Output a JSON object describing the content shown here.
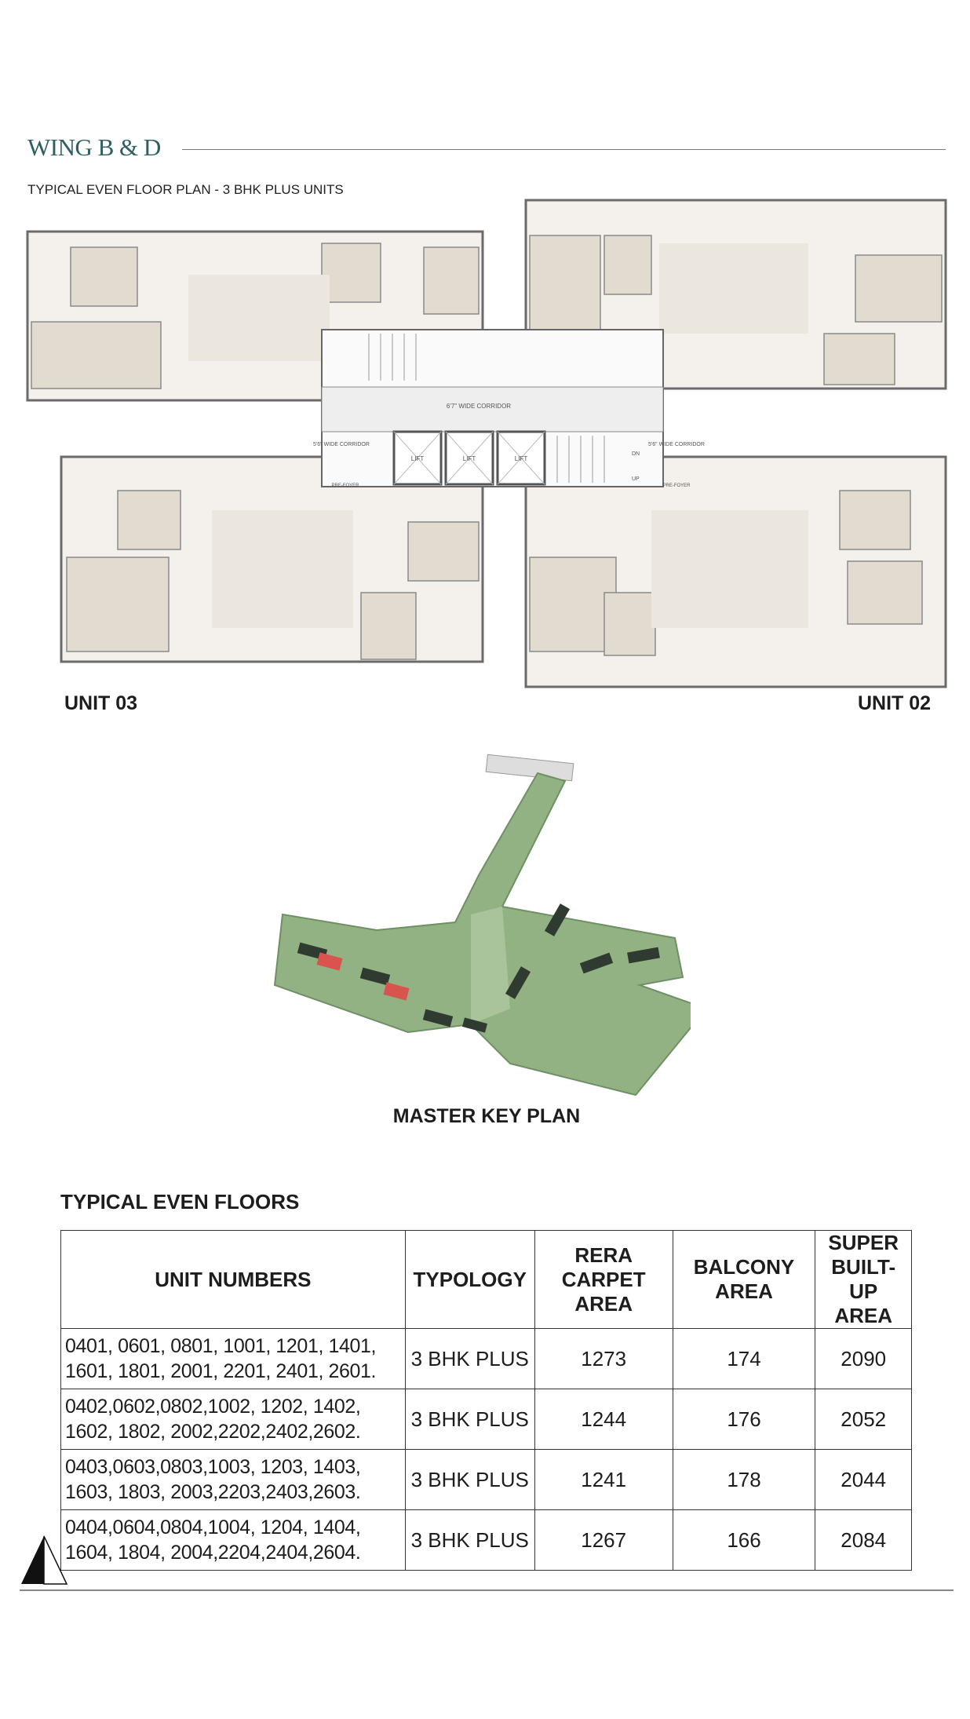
{
  "header": {
    "title": "WING B & D",
    "subtitle": "TYPICAL EVEN FLOOR PLAN - 3 BHK PLUS UNITS",
    "accent_color": "#2f5f60"
  },
  "floor_plan": {
    "corridor_main": "6'7\" WIDE CORRIDOR",
    "corridor_side": "5'6\" WIDE CORRIDOR",
    "lift": "LIFT",
    "stair_up": "UP",
    "stair_down": "DN",
    "pre_foyer": "PRE-FOYER",
    "unit_left": "UNIT 03",
    "unit_right": "UNIT 02"
  },
  "key_plan": {
    "label": "MASTER KEY PLAN",
    "highlight_color": "#d9534f",
    "landscape_color": "#8fae7e"
  },
  "table": {
    "title": "TYPICAL EVEN FLOORS",
    "headers": [
      "UNIT NUMBERS",
      "TYPOLOGY",
      "RERA CARPET AREA",
      "BALCONY AREA",
      "SUPER BUILT-UP AREA"
    ],
    "rows": [
      {
        "units_line1": "0401, 0601, 0801, 1001,  1201,  1401,",
        "units_line2": "1601,  1801,  2001, 2201, 2401, 2601.",
        "typology": "3 BHK PLUS",
        "rera": "1273",
        "balcony": "174",
        "super": "2090"
      },
      {
        "units_line1": "0402,0602,0802,1002, 1202, 1402,",
        "units_line2": "1602, 1802, 2002,2202,2402,2602.",
        "typology": "3 BHK PLUS",
        "rera": "1244",
        "balcony": "176",
        "super": "2052"
      },
      {
        "units_line1": "0403,0603,0803,1003, 1203, 1403,",
        "units_line2": "1603, 1803, 2003,2203,2403,2603.",
        "typology": "3 BHK PLUS",
        "rera": "1241",
        "balcony": "178",
        "super": "2044"
      },
      {
        "units_line1": "0404,0604,0804,1004, 1204, 1404,",
        "units_line2": "1604, 1804, 2004,2204,2404,2604.",
        "typology": "3 BHK PLUS",
        "rera": "1267",
        "balcony": "166",
        "super": "2084"
      }
    ]
  }
}
